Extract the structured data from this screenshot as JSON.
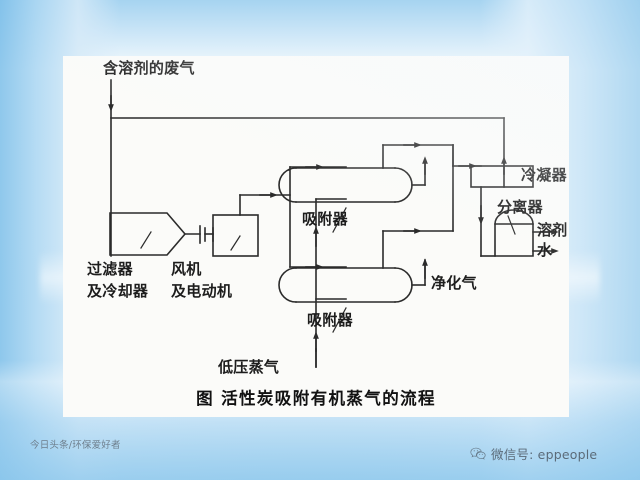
{
  "figure": {
    "caption": "图   活性炭吸附有机蒸气的流程",
    "labels": {
      "waste_gas_inlet": "含溶剂的废气",
      "filter_cooler_line1": "过滤器",
      "filter_cooler_line2": "及冷却器",
      "fan_motor_line1": "风机",
      "fan_motor_line2": "及电动机",
      "adsorber_top": "吸附器",
      "adsorber_bottom": "吸附器",
      "condenser": "冷凝器",
      "separator": "分离器",
      "solvent": "溶剂",
      "water": "水",
      "purified_gas": "净化气",
      "low_pressure_steam": "低压蒸气"
    }
  },
  "watermarks": {
    "left": "今日头条/环保爱好者",
    "right": "微信号: eppeople",
    "right_icon": "wechat-icon"
  },
  "colors": {
    "line": "#2b2b2b",
    "panel": "#fbfbf9",
    "background_top": "#8cc7ec",
    "background_mid": "#eef7fd",
    "background_bottom": "#a8d3f0",
    "text": "#1d1d1d",
    "watermark": "#5b6b79"
  }
}
